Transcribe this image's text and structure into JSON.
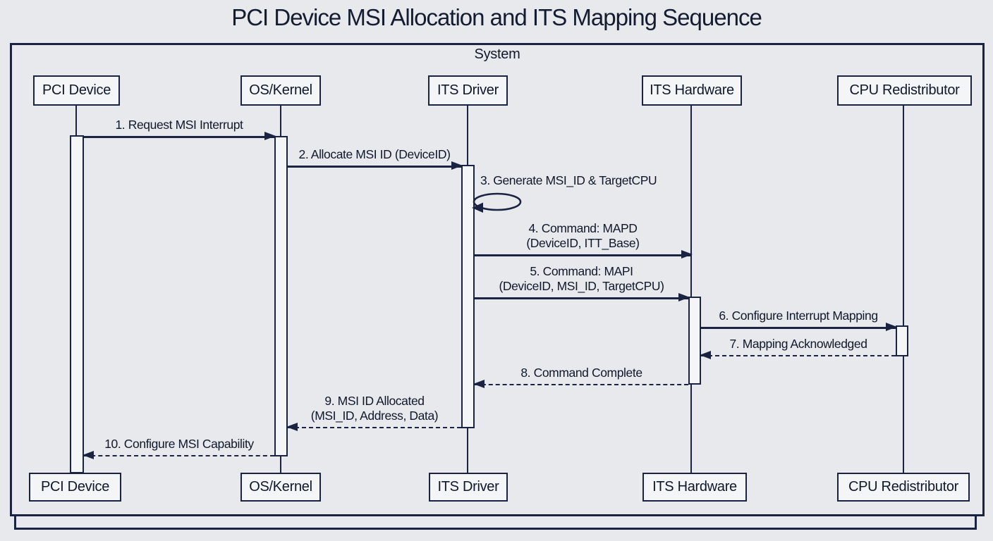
{
  "title": "PCI Device MSI Allocation and ITS Mapping Sequence",
  "frame": {
    "label": "System"
  },
  "participants": [
    {
      "name": "PCI Device"
    },
    {
      "name": "OS/Kernel"
    },
    {
      "name": "ITS Driver"
    },
    {
      "name": "ITS Hardware"
    },
    {
      "name": "CPU Redistributor"
    }
  ],
  "messages": [
    {
      "label": "1. Request MSI Interrupt",
      "from": "PCI Device",
      "to": "OS/Kernel",
      "style": "solid"
    },
    {
      "label": "2. Allocate MSI ID (DeviceID)",
      "from": "OS/Kernel",
      "to": "ITS Driver",
      "style": "solid"
    },
    {
      "label": "3. Generate MSI_ID & TargetCPU",
      "from": "ITS Driver",
      "to": "ITS Driver",
      "style": "self-loop"
    },
    {
      "label": "4. Command: MAPD",
      "label2": "(DeviceID, ITT_Base)",
      "from": "ITS Driver",
      "to": "ITS Hardware",
      "style": "solid"
    },
    {
      "label": "5. Command: MAPI",
      "label2": "(DeviceID, MSI_ID, TargetCPU)",
      "from": "ITS Driver",
      "to": "ITS Hardware",
      "style": "solid"
    },
    {
      "label": "6. Configure Interrupt Mapping",
      "from": "ITS Hardware",
      "to": "CPU Redistributor",
      "style": "solid"
    },
    {
      "label": "7. Mapping Acknowledged",
      "from": "CPU Redistributor",
      "to": "ITS Hardware",
      "style": "dashed"
    },
    {
      "label": "8. Command Complete",
      "from": "ITS Hardware",
      "to": "ITS Driver",
      "style": "dashed"
    },
    {
      "label": "9. MSI ID Allocated",
      "label2": "(MSI_ID, Address, Data)",
      "from": "ITS Driver",
      "to": "OS/Kernel",
      "style": "dashed"
    },
    {
      "label": "10. Configure MSI Capability",
      "from": "OS/Kernel",
      "to": "PCI Device",
      "style": "dashed"
    }
  ],
  "colors": {
    "bg": "#e8e9ec",
    "ink": "#1b2342",
    "box-fill": "#f4f5f7",
    "text": "#10182b"
  }
}
